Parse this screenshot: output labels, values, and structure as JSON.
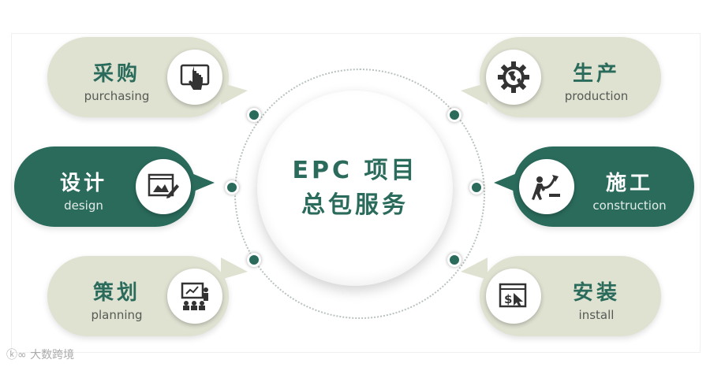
{
  "center": {
    "line1": "EPC 项目",
    "line2": "总包服务"
  },
  "items": [
    {
      "zh": "采购",
      "en": "purchasing",
      "icon": "tablet-touch-icon"
    },
    {
      "zh": "设计",
      "en": "design",
      "icon": "blueprint-pencil-icon"
    },
    {
      "zh": "策划",
      "en": "planning",
      "icon": "presentation-board-icon"
    },
    {
      "zh": "生产",
      "en": "production",
      "icon": "gear-globe-icon"
    },
    {
      "zh": "施工",
      "en": "construction",
      "icon": "worker-arrow-icon"
    },
    {
      "zh": "安装",
      "en": "install",
      "icon": "install-window-icon"
    }
  ],
  "watermark": "大数跨境",
  "colors": {
    "accent": "#2a6b5c",
    "light_bubble": "#dfe2d1",
    "dot_ring": "#b9c2bd"
  }
}
